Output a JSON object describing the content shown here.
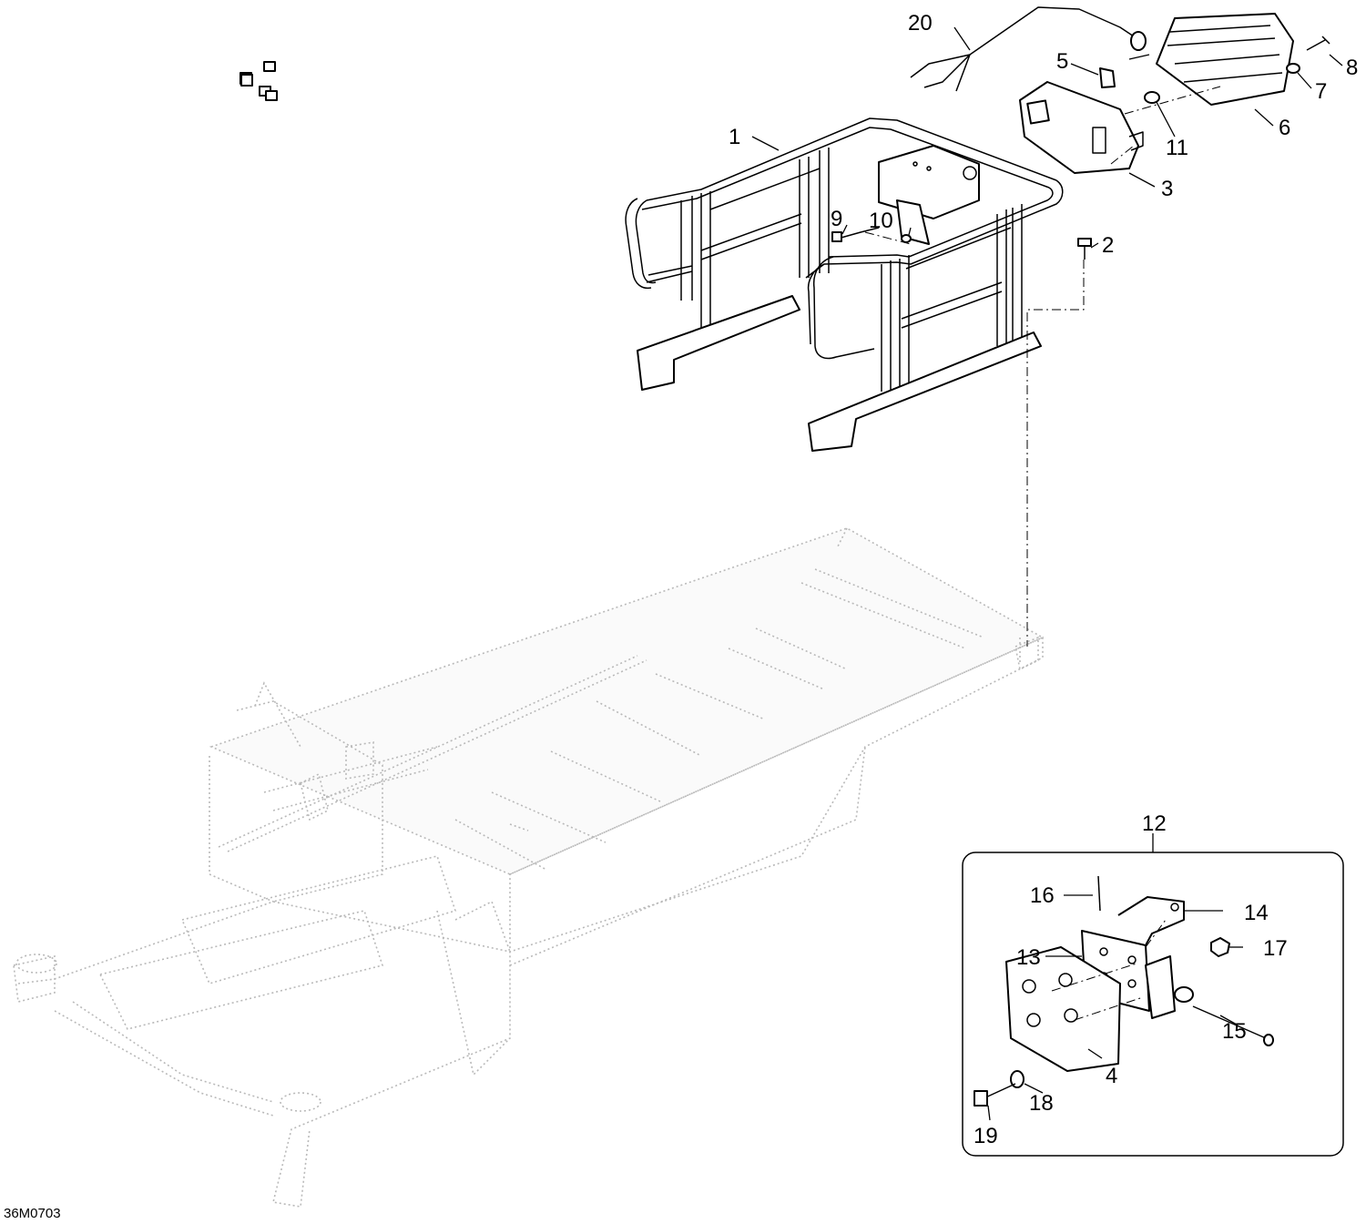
{
  "diagram": {
    "drawing_code": "36M0703",
    "callouts": [
      {
        "id": "c1",
        "label": "1"
      },
      {
        "id": "c2",
        "label": "2"
      },
      {
        "id": "c3",
        "label": "3"
      },
      {
        "id": "c4",
        "label": "4"
      },
      {
        "id": "c5",
        "label": "5"
      },
      {
        "id": "c6",
        "label": "6"
      },
      {
        "id": "c7",
        "label": "7"
      },
      {
        "id": "c8",
        "label": "8"
      },
      {
        "id": "c9",
        "label": "9"
      },
      {
        "id": "c10",
        "label": "10"
      },
      {
        "id": "c11",
        "label": "11"
      },
      {
        "id": "c12",
        "label": "12"
      },
      {
        "id": "c13",
        "label": "13"
      },
      {
        "id": "c14",
        "label": "14"
      },
      {
        "id": "c15",
        "label": "15"
      },
      {
        "id": "c16",
        "label": "16"
      },
      {
        "id": "c17",
        "label": "17"
      },
      {
        "id": "c18",
        "label": "18"
      },
      {
        "id": "c19",
        "label": "19"
      },
      {
        "id": "c20",
        "label": "20"
      }
    ]
  }
}
